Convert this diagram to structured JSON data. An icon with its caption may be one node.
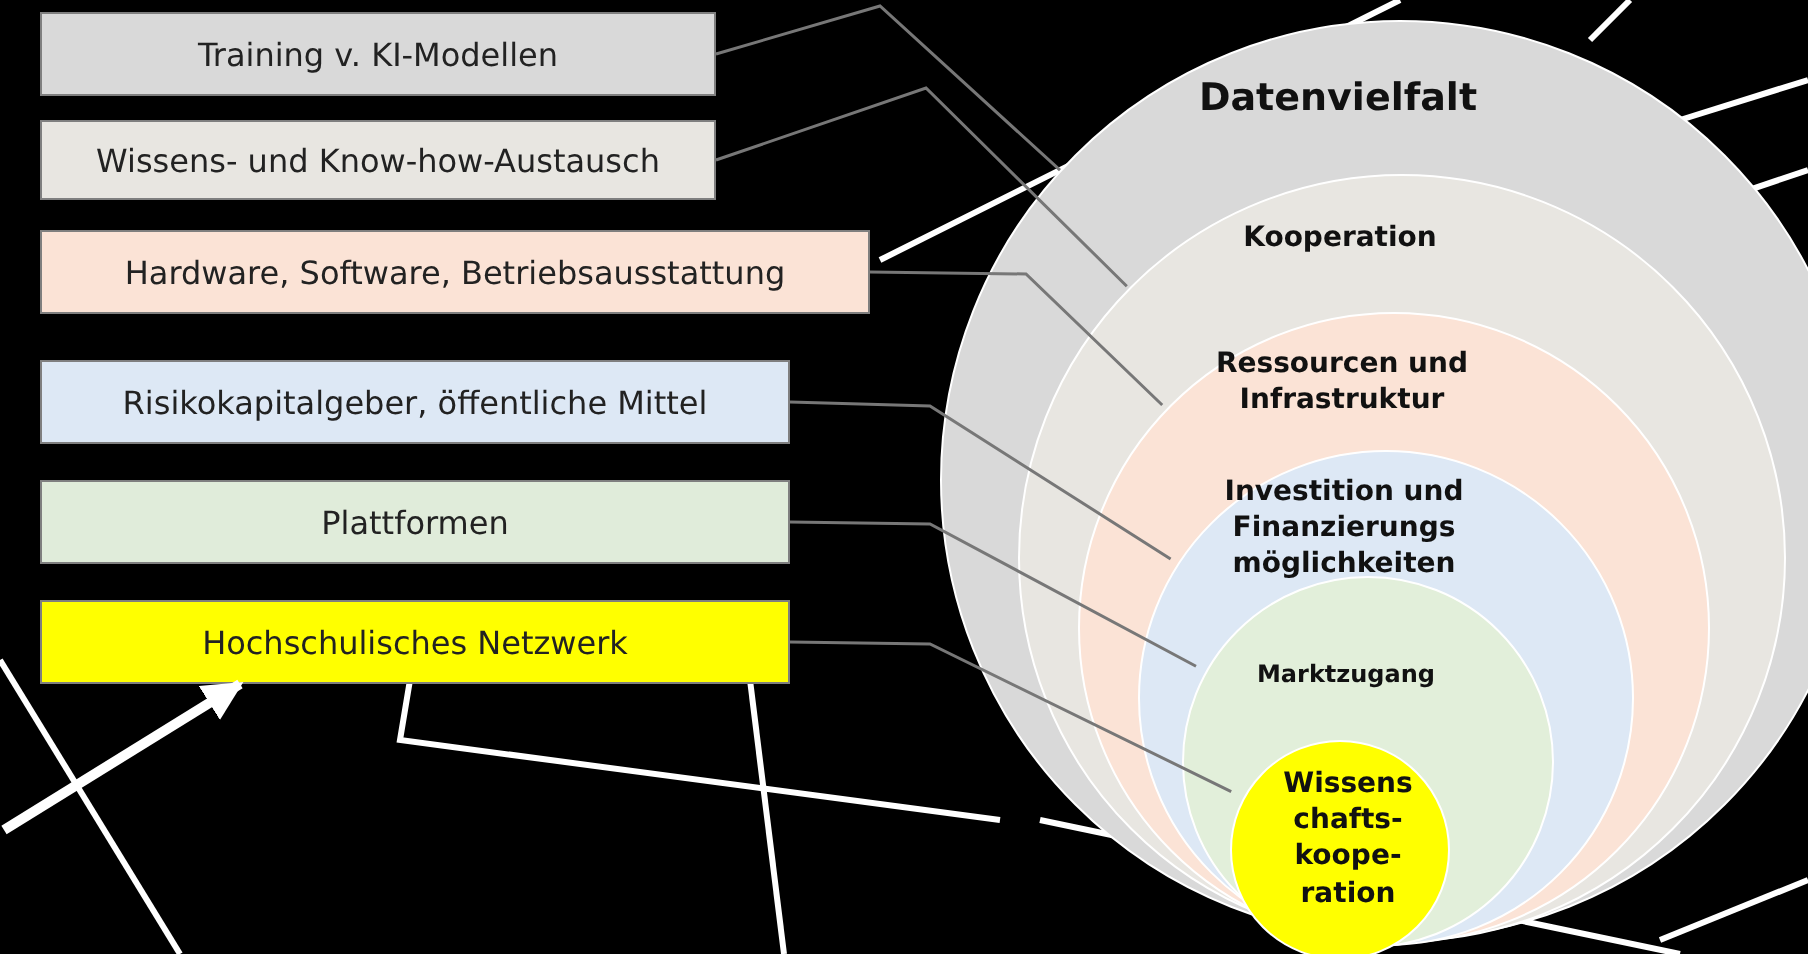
{
  "diagram": {
    "nodes": [
      {
        "text": [
          "Training v. KI-Modellen"
        ]
      },
      {
        "text": [
          "Wissens- und Know-how-Austausch"
        ]
      },
      {
        "text": [
          "Hardware, Software, Betriebsausstattung"
        ]
      },
      {
        "text": [
          "Risikokapitalgeber, öffentliche Mittel"
        ]
      },
      {
        "text": [
          "Plattformen"
        ]
      },
      {
        "text": [
          "Hochschulisches Netzwerk"
        ]
      },
      {
        "text": [
          "Datenvielfalt"
        ]
      },
      {
        "text": [
          "Kooperation"
        ],
        "in": 6
      },
      {
        "text": [
          "Ressourcen und Infrastruktur"
        ],
        "in": 7
      },
      {
        "text": [
          "Investition und Finanzierungs möglichkeiten"
        ],
        "in": 8
      },
      {
        "text": [
          "Marktzugang"
        ],
        "in": 9
      },
      {
        "text": [
          "Wissens chafts- koope- ration"
        ],
        "in": 10
      }
    ],
    "edges": [
      {
        "from": 0,
        "to": 6,
        "arrow": "none"
      },
      {
        "from": 1,
        "to": 7,
        "arrow": "none"
      },
      {
        "from": 2,
        "to": 8,
        "arrow": "none"
      },
      {
        "from": 3,
        "to": 9,
        "arrow": "none"
      },
      {
        "from": 4,
        "to": 10,
        "arrow": "none"
      },
      {
        "from": 5,
        "to": 11,
        "arrow": "none"
      },
      {
        "from": null,
        "to": 5,
        "arrow": "to",
        "style": "thick",
        "color": "#ffffff"
      }
    ]
  }
}
